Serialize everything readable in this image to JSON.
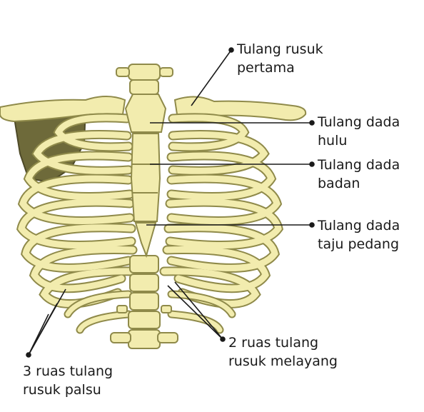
{
  "colors": {
    "bone": "#f2ecae",
    "bone_outline": "#8f8a4a",
    "scapula": "#6e6a3a",
    "leader": "#1a1a1a",
    "text": "#1a1a1a"
  },
  "labels": {
    "first_rib": {
      "line1": "Tulang rusuk",
      "line2": "pertama"
    },
    "manubrium": {
      "line1": "Tulang dada",
      "line2": "hulu"
    },
    "body": {
      "line1": "Tulang dada",
      "line2": "badan"
    },
    "xiphoid": {
      "line1": "Tulang dada",
      "line2": "taju pedang"
    },
    "floating_ribs": {
      "line1": "2 ruas tulang",
      "line2": "rusuk melayang"
    },
    "false_ribs": {
      "line1": "3 ruas tulang",
      "line2": "rusuk palsu"
    }
  }
}
